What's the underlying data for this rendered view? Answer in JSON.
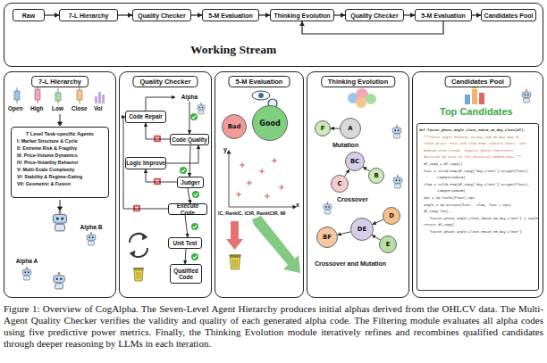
{
  "diagram": {
    "caption": "Figure 1: Overview of CogAlpha. The Seven-Level Agent Hierarchy produces initial alphas derived from the OHLCV data. The Multi-Agent Quality Checker verifies the validity and quality of each generated alpha code. The Filtering module evaluates all alpha codes using five predictive power metrics. Finally, the Thinking Evolution module iteratively refines and recombines qualified candidates through deeper reasoning by LLMs in each iteration.",
    "nodes": [
      {
        "text": [
          "Working Stream"
        ]
      },
      {
        "text": [
          "Raw"
        ],
        "in": 0
      },
      {
        "text": [
          "7-L Hierarchy"
        ],
        "in": 0
      },
      {
        "text": [
          "Quality Checker"
        ],
        "in": 0
      },
      {
        "text": [
          "5-M Evaluation"
        ],
        "in": 0
      },
      {
        "text": [
          "Thinking Evolution"
        ],
        "in": 0
      },
      {
        "text": [
          "Quality Checker"
        ],
        "in": 0
      },
      {
        "text": [
          "5-M Evaluation"
        ],
        "in": 0
      },
      {
        "text": [
          "Candidates Pool"
        ],
        "in": 0
      },
      {
        "text": [
          "7-L Hierarchy"
        ]
      },
      {
        "text": [
          "7 Level Task-specific Agents",
          "I: Market Structure & Cycle",
          "II: Extreme Risk & Fragility",
          "III: Price-Volume Dynamics",
          "IV: Price-Volatility Behavior",
          "V: Multi-Scale Complexity",
          "VI: Stability & Regime-Gating",
          "VII: Geometric & Fusion"
        ],
        "in": 9
      },
      {
        "text": [
          "Alpha B"
        ],
        "in": 9
      },
      {
        "text": [
          "Alpha A"
        ],
        "in": 9
      },
      {
        "text": [
          "Quality Checker"
        ]
      },
      {
        "text": [
          "Alpha"
        ],
        "in": 13
      },
      {
        "text": [
          "Code Repair"
        ],
        "in": 13
      },
      {
        "text": [
          "Code Quality"
        ],
        "in": 13
      },
      {
        "text": [
          "Logic Improve"
        ],
        "in": 13
      },
      {
        "text": [
          "Judger"
        ],
        "in": 13
      },
      {
        "text": [
          "Execute Code"
        ],
        "in": 13
      },
      {
        "text": [
          "Unit Test"
        ],
        "in": 13
      },
      {
        "text": [
          "Qualified Code"
        ],
        "in": 13
      },
      {
        "text": [
          "5-M Evaluation"
        ]
      },
      {
        "text": [
          "Bad"
        ],
        "in": 22
      },
      {
        "text": [
          "Good"
        ],
        "in": 22
      },
      {
        "text": [
          "Thinking Evolution"
        ]
      },
      {
        "text": [
          "F"
        ],
        "in": 25
      },
      {
        "text": [
          "A"
        ],
        "in": 25
      },
      {
        "text": [
          "BC"
        ],
        "in": 25
      },
      {
        "text": [
          "B"
        ],
        "in": 25
      },
      {
        "text": [
          "C"
        ],
        "in": 25
      },
      {
        "text": [
          "D"
        ],
        "in": 25
      },
      {
        "text": [
          "DE"
        ],
        "in": 25
      },
      {
        "text": [
          "BF"
        ],
        "in": 25
      },
      {
        "text": [
          "E"
        ],
        "in": 25
      },
      {
        "text": [
          "Candidates Pool"
        ]
      },
      {
        "text": [
          "def factor_phase_angle_close_ema10_30_day_close(df):",
          "\"\"\"Phase angle between 10-day and 30-day EMA of",
          "close price. Fast and slow EMAs capture short- and",
          "medium-term trends, angular phase represents",
          "decision by area in the vectorial dimensions.\"\"\"",
          "df_copy = df.copy()",
          "fast = talib.EMA(df_copy['day_close'].astype(float),",
          "timeperiod=10)",
          "slow = talib.EMA(df_copy['day_close'].astype(float),",
          "timeperiod=30)",
          "eps = np.finfo(float).eps",
          "angle = np.arctan2(fast - slow, fast + eps)",
          "df_copy.loc[:,",
          "'factor_phase_angle_close_ema10_30_day_close'] = angle",
          "return df_copy[",
          "'factor_phase_angle_close_ema10_30_day_close']"
        ],
        "in": 35
      }
    ],
    "edges": [
      {
        "from": 1,
        "to": 2,
        "arrow": "to"
      },
      {
        "from": 2,
        "to": 3,
        "arrow": "to"
      },
      {
        "from": 3,
        "to": 4,
        "arrow": "to"
      },
      {
        "from": 4,
        "to": 5,
        "arrow": "to"
      },
      {
        "from": 5,
        "to": 6,
        "arrow": "to"
      },
      {
        "from": 6,
        "to": 7,
        "arrow": "to"
      },
      {
        "from": 7,
        "to": 8,
        "arrow": "to"
      },
      {
        "from": 7,
        "to": 5,
        "arrow": "to"
      },
      {
        "from": 15,
        "to": 14,
        "arrow": "to"
      },
      {
        "from": 14,
        "to": 16,
        "arrow": "to"
      },
      {
        "from": 16,
        "to": 15,
        "arrow": "to"
      },
      {
        "from": 16,
        "to": 18,
        "arrow": "to"
      },
      {
        "from": 18,
        "to": 17,
        "arrow": "to"
      },
      {
        "from": 17,
        "to": 16,
        "arrow": "to"
      },
      {
        "from": 18,
        "to": 19,
        "arrow": "to"
      },
      {
        "from": 19,
        "to": 15,
        "arrow": "to"
      },
      {
        "from": 19,
        "to": 20,
        "arrow": "to"
      },
      {
        "from": 20,
        "to": 21,
        "arrow": "to"
      },
      {
        "from": 27,
        "to": 26,
        "arrow": "to"
      },
      {
        "from": 29,
        "to": 28,
        "arrow": "to"
      },
      {
        "from": 30,
        "to": 28,
        "arrow": "to"
      },
      {
        "from": 31,
        "to": 32,
        "arrow": "to"
      },
      {
        "from": 34,
        "to": 32,
        "arrow": "to"
      },
      {
        "from": 32,
        "to": 33,
        "arrow": "to"
      }
    ],
    "labels": [
      "Open",
      "High",
      "Low",
      "Close",
      "Vol",
      "y",
      "x",
      "IC, RankIC, ICIR, RankICIR, MI",
      "Mutation",
      "Crossover",
      "Crossover and Mutation",
      "Top Candidates"
    ]
  }
}
